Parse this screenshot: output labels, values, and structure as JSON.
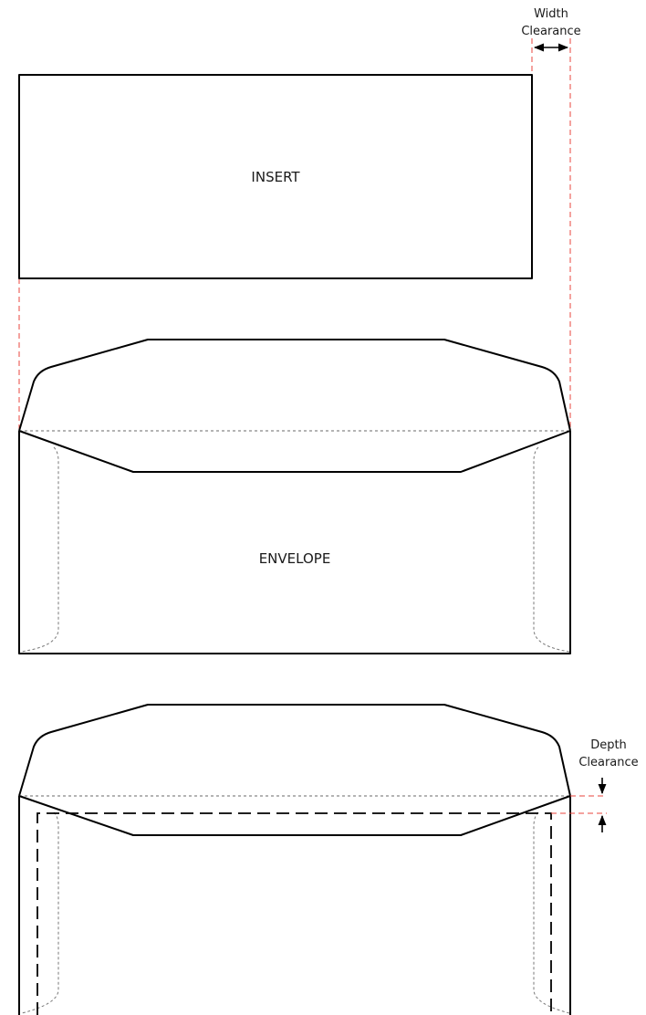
{
  "labels": {
    "insert": "INSERT",
    "envelope": "ENVELOPE",
    "width_clearance_line1": "Width",
    "width_clearance_line2": "Clearance",
    "depth_clearance_line1": "Depth",
    "depth_clearance_line2": "Clearance"
  },
  "colors": {
    "outline": "#000000",
    "guide_line": "#e8463c",
    "fold_line": "#6a6a6a"
  }
}
